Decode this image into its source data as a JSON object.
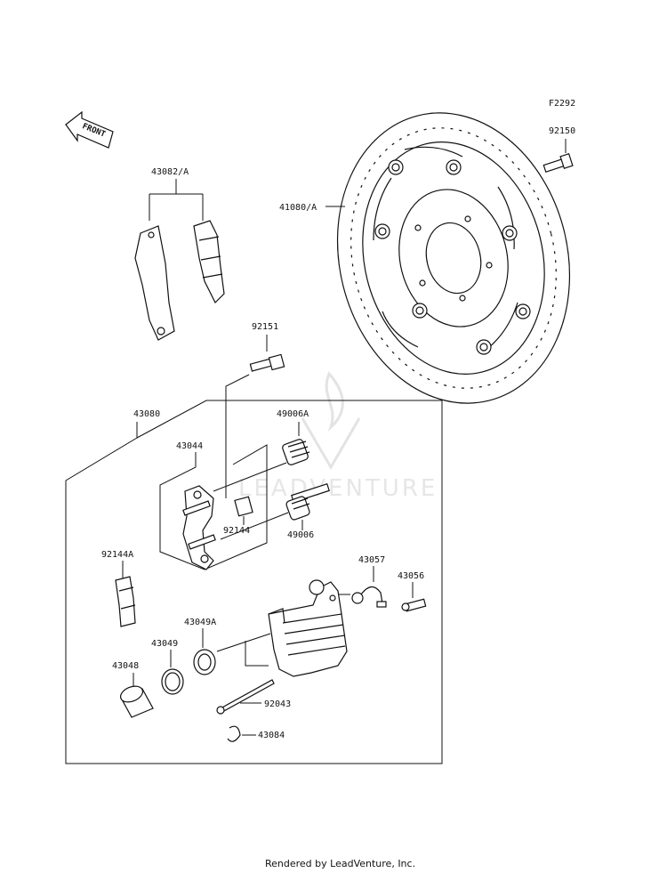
{
  "diagram": {
    "code": "F2292",
    "front_label": "FRONT",
    "watermark": "LEADVENTURE",
    "footer": "Rendered by LeadVenture, Inc.",
    "labels": {
      "p92150": "92150",
      "p41080A": "41080/A",
      "p43082A": "43082/A",
      "p92151": "92151",
      "p43080": "43080",
      "p49006A": "49006A",
      "p43044": "43044",
      "p92144": "92144",
      "p49006": "49006",
      "p92144A": "92144A",
      "p43057": "43057",
      "p43056": "43056",
      "p43049A": "43049A",
      "p43049": "43049",
      "p43048": "43048",
      "p92043": "92043",
      "p43084": "43084"
    }
  }
}
